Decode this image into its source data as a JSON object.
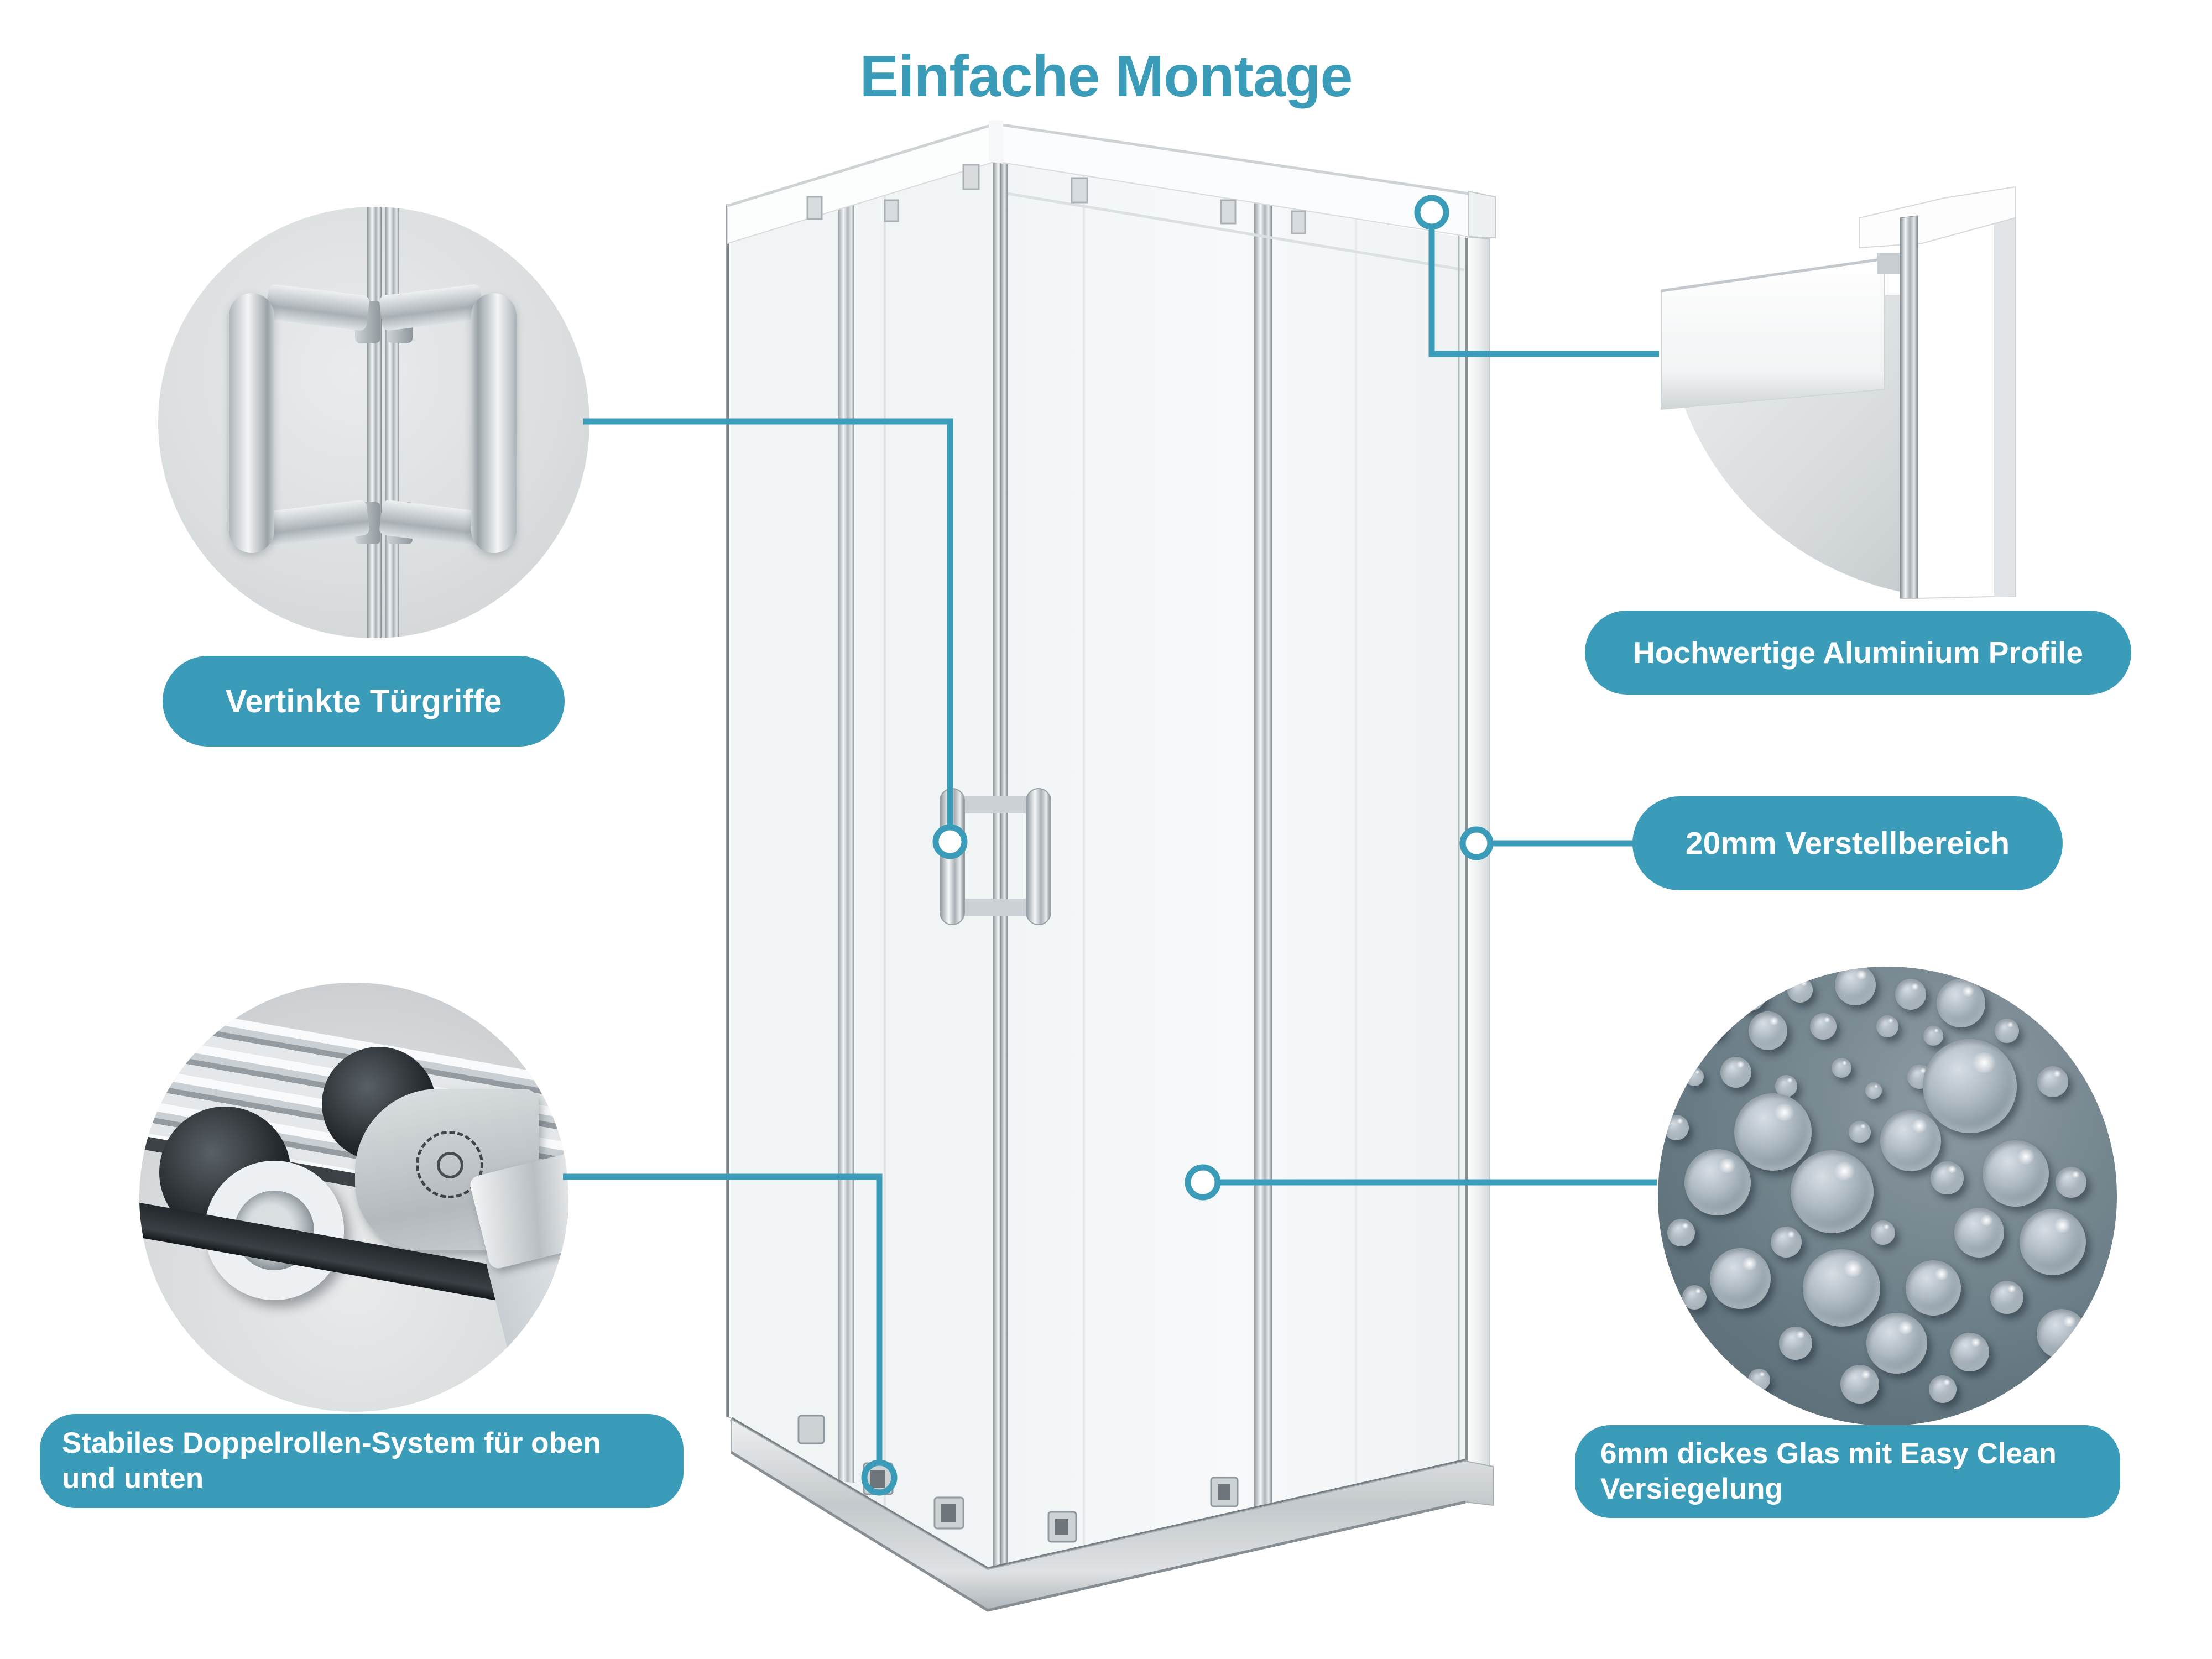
{
  "title": "Einfache Montage",
  "colors": {
    "accent": "#3A9CB8",
    "droplet_panel": "#62757F"
  },
  "callouts": {
    "handles": {
      "label": "Vertinkte Türgriffe"
    },
    "aluminium": {
      "label": "Hochwertige Aluminium Profile"
    },
    "adjustment": {
      "label": "20mm Verstellbereich"
    },
    "rollers": {
      "line1": "Stabiles Doppelrollen-System für oben",
      "line2": "und unten"
    },
    "glass": {
      "line1": "6mm dickes Glas mit Easy Clean",
      "line2": "Versiegelung"
    }
  }
}
